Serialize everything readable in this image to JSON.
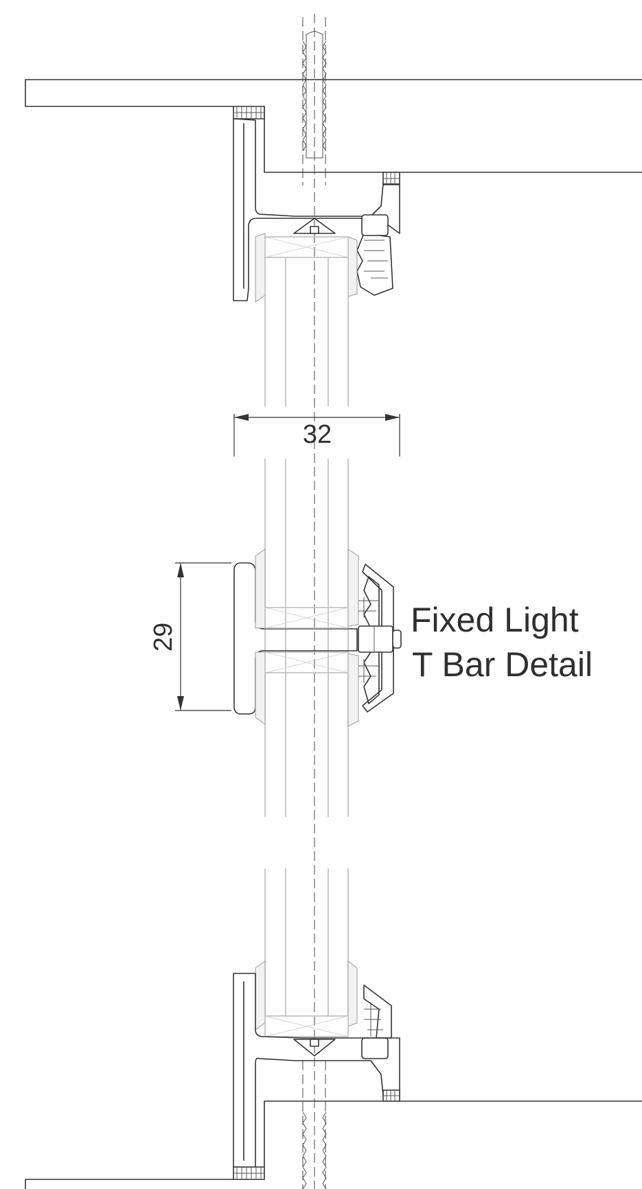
{
  "title": {
    "line1": "Fixed Light",
    "line2": "T Bar  Detail"
  },
  "dimensions": {
    "horizontal": "32",
    "vertical": "29"
  }
}
